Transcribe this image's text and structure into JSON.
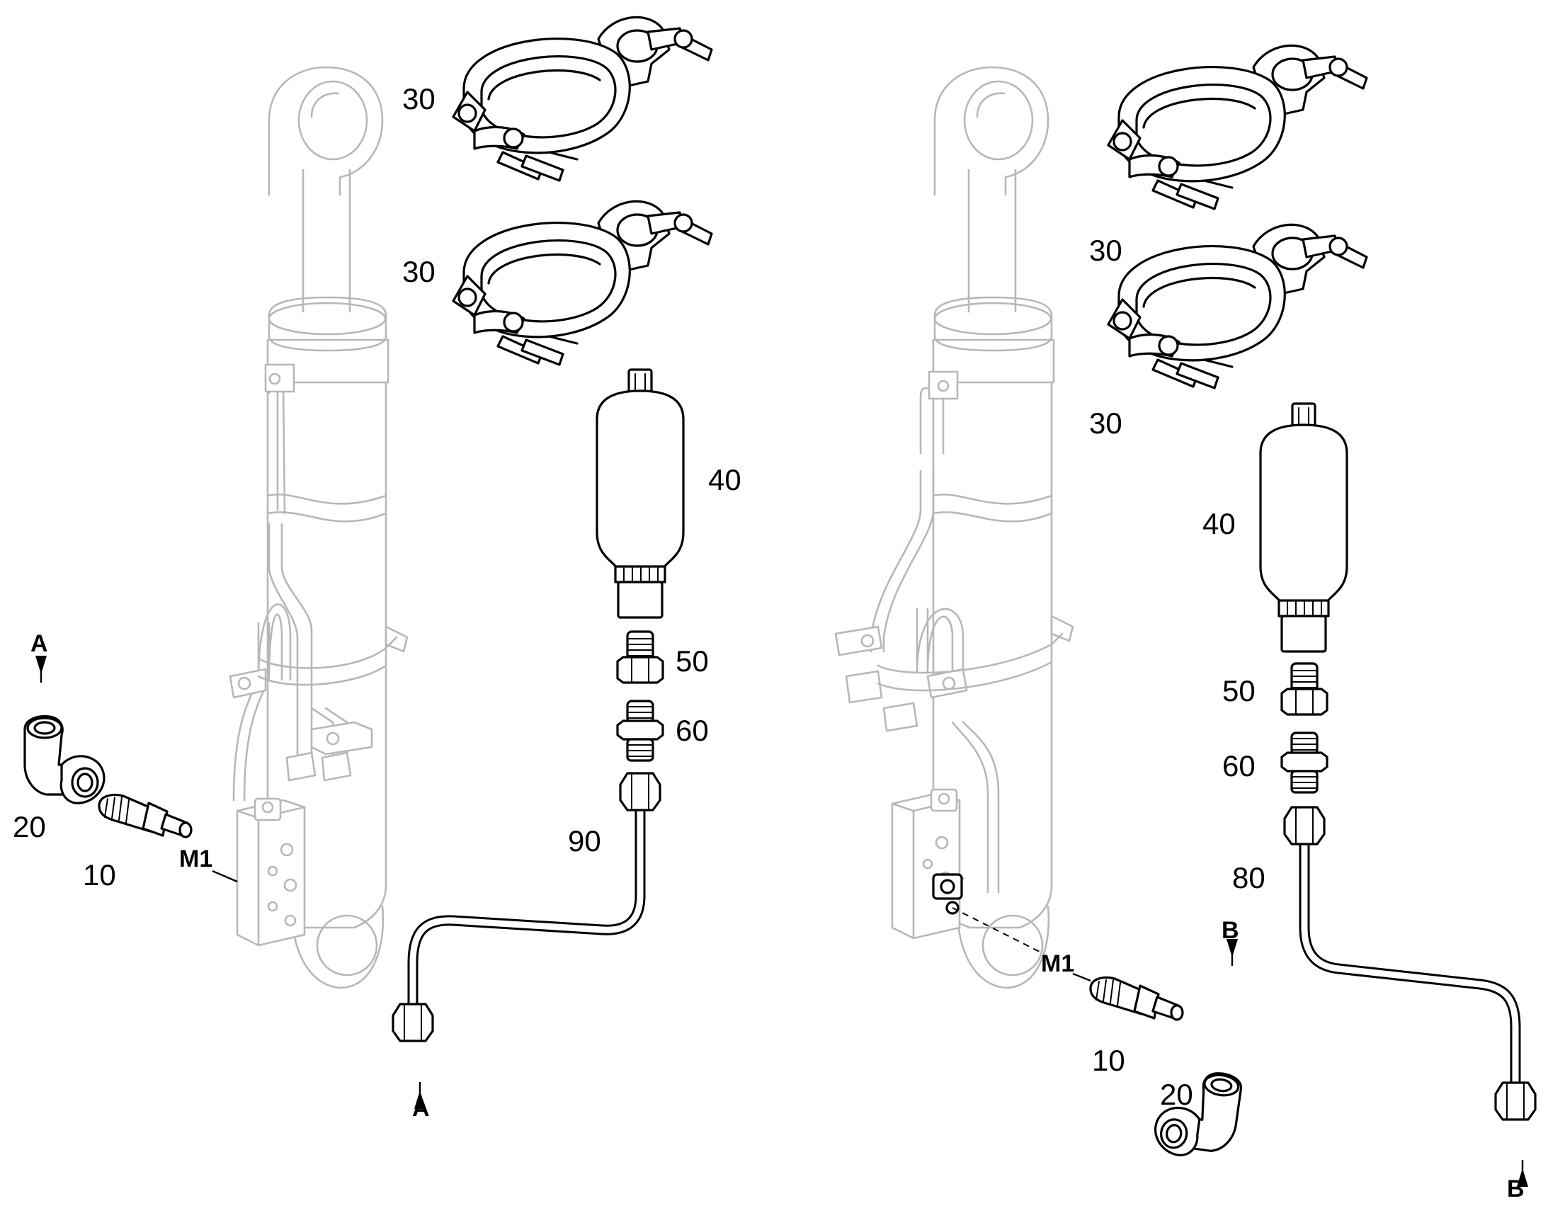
{
  "labels": {
    "left_clamp_upper": "30",
    "left_clamp_lower": "30",
    "left_accumulator": "40",
    "left_adapter_50": "50",
    "left_adapter_60": "60",
    "left_pipe": "90",
    "left_elbow": "20",
    "left_connector": "10",
    "left_test_port": "M1",
    "left_flow_top": "A",
    "left_flow_bottom": "A",
    "right_clamp_upper": "30",
    "right_clamp_lower": "30",
    "right_accumulator": "40",
    "right_adapter_50": "50",
    "right_adapter_60": "60",
    "right_pipe": "80",
    "right_connector": "10",
    "right_elbow": "20",
    "right_test_port": "M1",
    "right_flow_top": "B",
    "right_flow_bottom": "B"
  }
}
